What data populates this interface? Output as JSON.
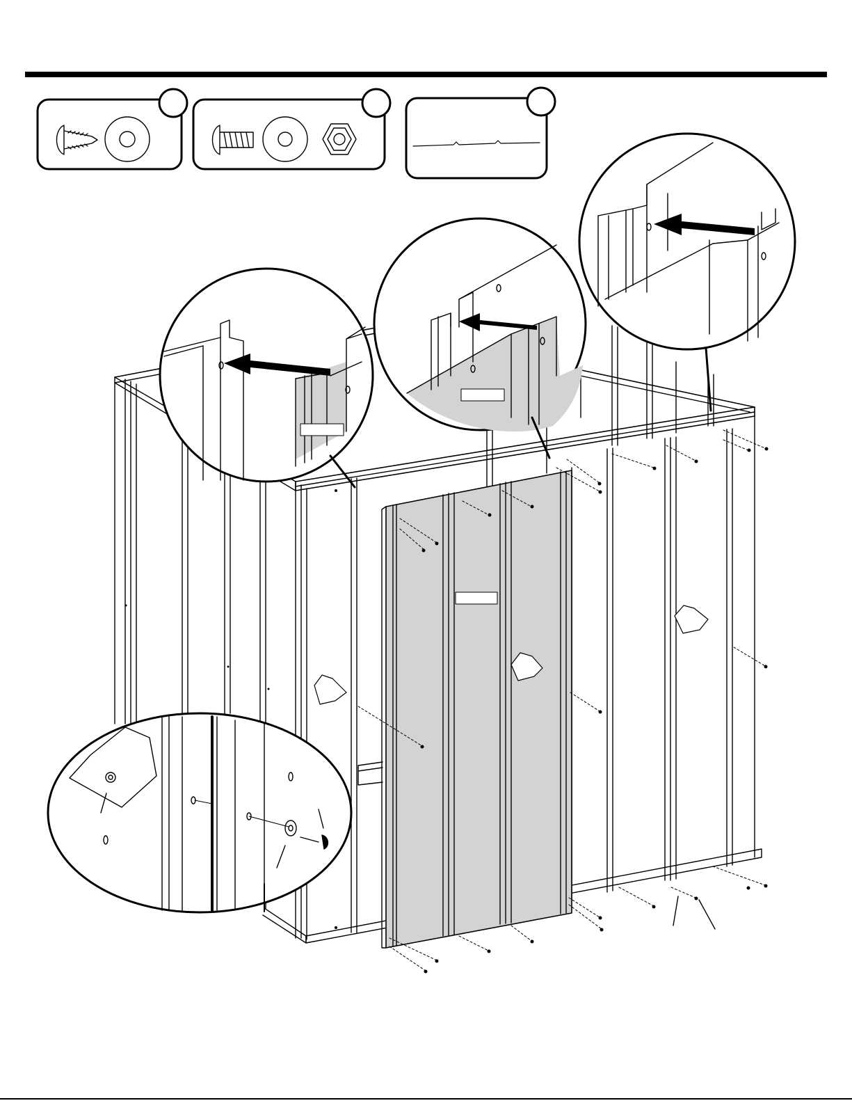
{
  "page": {
    "header_text": "",
    "footer_text": ""
  },
  "hardware_boxes": [
    {
      "name": "screw-and-washer",
      "badge": "",
      "items": [
        "self-tapping-screw",
        "washer"
      ]
    },
    {
      "name": "bolt-washer-nut",
      "badge": "",
      "items": [
        "bolt",
        "washer",
        "hex-nut"
      ]
    },
    {
      "name": "wall-panel-profile",
      "badge": "",
      "items": [
        "panel-profile"
      ]
    }
  ],
  "detail_callouts": [
    {
      "name": "detail-left-panel-overlap",
      "label": ""
    },
    {
      "name": "detail-center-panel-overlap",
      "label": ""
    },
    {
      "name": "detail-right-panel-overlap",
      "label": ""
    },
    {
      "name": "detail-fastener-exploded",
      "label": ""
    }
  ],
  "main_panel_label": "",
  "colors": {
    "line": "#000000",
    "panel_fill": "#d3d3d3",
    "background": "#ffffff"
  }
}
